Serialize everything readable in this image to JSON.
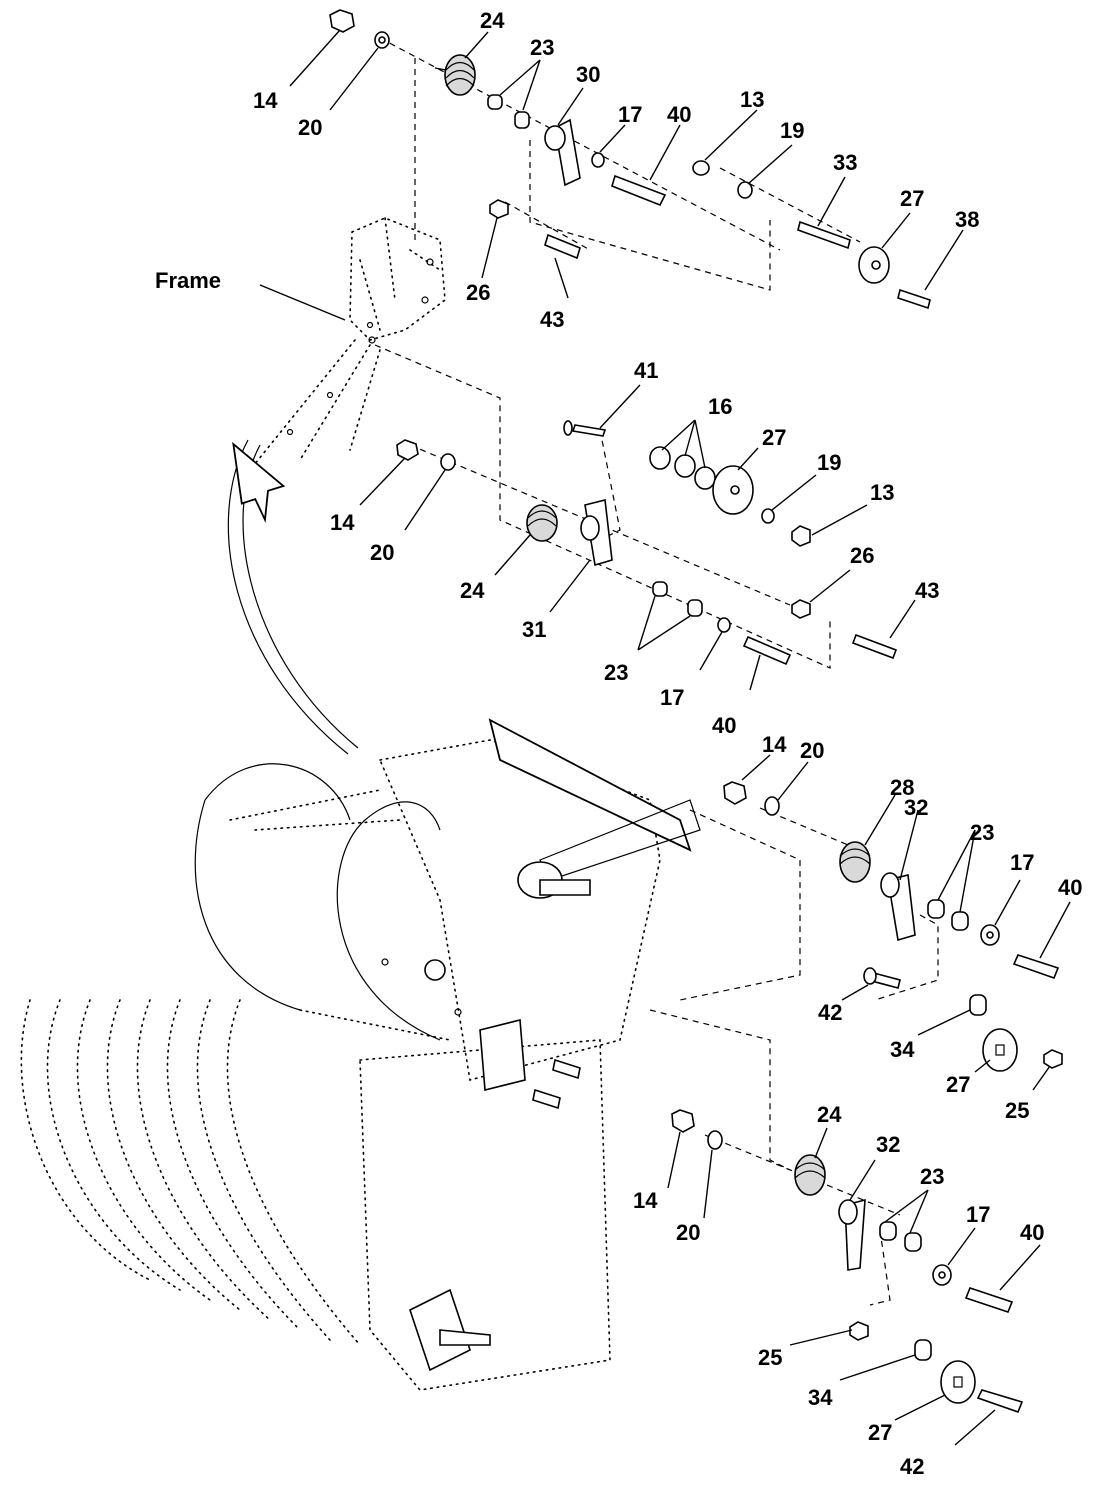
{
  "frame_label": "Frame",
  "callouts": [
    {
      "id": "c1",
      "text": "14"
    },
    {
      "id": "c2",
      "text": "20"
    },
    {
      "id": "c3",
      "text": "24"
    },
    {
      "id": "c4",
      "text": "23"
    },
    {
      "id": "c5",
      "text": "30"
    },
    {
      "id": "c6",
      "text": "17"
    },
    {
      "id": "c7",
      "text": "40"
    },
    {
      "id": "c8",
      "text": "13"
    },
    {
      "id": "c9",
      "text": "19"
    },
    {
      "id": "c10",
      "text": "33"
    },
    {
      "id": "c11",
      "text": "27"
    },
    {
      "id": "c12",
      "text": "38"
    },
    {
      "id": "c13",
      "text": "26"
    },
    {
      "id": "c14",
      "text": "43"
    },
    {
      "id": "c15",
      "text": "41"
    },
    {
      "id": "c16",
      "text": "16"
    },
    {
      "id": "c17",
      "text": "27"
    },
    {
      "id": "c18",
      "text": "19"
    },
    {
      "id": "c19",
      "text": "13"
    },
    {
      "id": "c20",
      "text": "14"
    },
    {
      "id": "c21",
      "text": "20"
    },
    {
      "id": "c22",
      "text": "24"
    },
    {
      "id": "c23",
      "text": "31"
    },
    {
      "id": "c24",
      "text": "26"
    },
    {
      "id": "c25",
      "text": "43"
    },
    {
      "id": "c26",
      "text": "23"
    },
    {
      "id": "c27",
      "text": "17"
    },
    {
      "id": "c28",
      "text": "40"
    },
    {
      "id": "c29",
      "text": "14"
    },
    {
      "id": "c30",
      "text": "20"
    },
    {
      "id": "c31",
      "text": "28"
    },
    {
      "id": "c32",
      "text": "32"
    },
    {
      "id": "c33",
      "text": "23"
    },
    {
      "id": "c34",
      "text": "17"
    },
    {
      "id": "c35",
      "text": "40"
    },
    {
      "id": "c36",
      "text": "42"
    },
    {
      "id": "c37",
      "text": "34"
    },
    {
      "id": "c38",
      "text": "27"
    },
    {
      "id": "c39",
      "text": "25"
    },
    {
      "id": "c40",
      "text": "24"
    },
    {
      "id": "c41",
      "text": "32"
    },
    {
      "id": "c42",
      "text": "23"
    },
    {
      "id": "c43",
      "text": "14"
    },
    {
      "id": "c44",
      "text": "20"
    },
    {
      "id": "c45",
      "text": "17"
    },
    {
      "id": "c46",
      "text": "40"
    },
    {
      "id": "c47",
      "text": "25"
    },
    {
      "id": "c48",
      "text": "34"
    },
    {
      "id": "c49",
      "text": "27"
    },
    {
      "id": "c50",
      "text": "42"
    }
  ]
}
